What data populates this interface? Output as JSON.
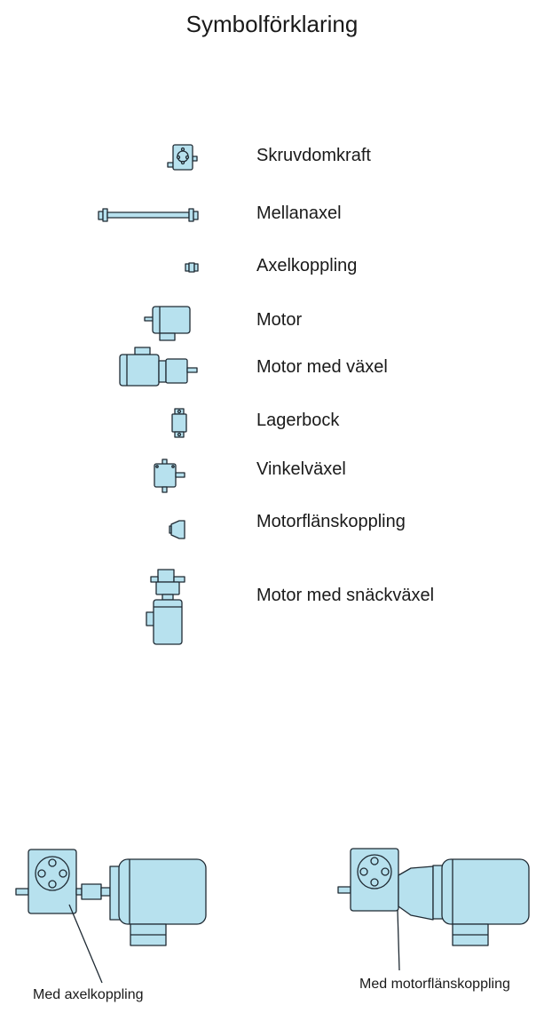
{
  "title": "Symbolförklaring",
  "legend": [
    {
      "label": "Skruvdomkraft",
      "icon": "screw-jack-icon"
    },
    {
      "label": "Mellanaxel",
      "icon": "intermediate-shaft-icon"
    },
    {
      "label": "Axelkoppling",
      "icon": "shaft-coupling-icon"
    },
    {
      "label": "Motor",
      "icon": "motor-icon"
    },
    {
      "label": "Motor med växel",
      "icon": "geared-motor-icon"
    },
    {
      "label": "Lagerbock",
      "icon": "bearing-block-icon"
    },
    {
      "label": "Vinkelväxel",
      "icon": "bevel-gearbox-icon"
    },
    {
      "label": "Motorflänskoppling",
      "icon": "motor-flange-coupling-icon"
    },
    {
      "label": "Motor med snäckväxel",
      "icon": "worm-gear-motor-icon"
    }
  ],
  "examples": [
    {
      "caption": "Med axelkoppling"
    },
    {
      "caption": "Med motorflänskoppling"
    }
  ],
  "colors": {
    "fill": "#b7e1ee",
    "stroke": "#1f2a33",
    "text": "#1a1a1a"
  }
}
